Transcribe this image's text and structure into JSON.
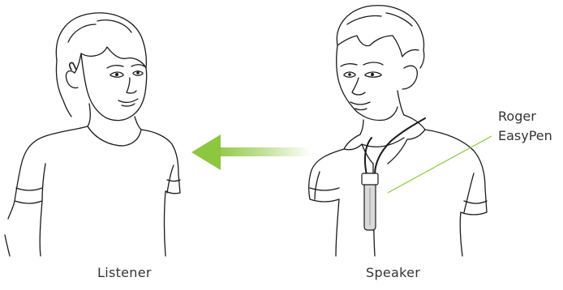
{
  "people": {
    "listener": {
      "label": "Listener"
    },
    "speaker": {
      "label": "Speaker"
    }
  },
  "device": {
    "label_line1": "Roger",
    "label_line2": "EasyPen"
  },
  "colors": {
    "arrow": "#8dc63f",
    "pointer_line": "#8dc63f",
    "outline": "#1a1a1a",
    "device_body": "#d9d9d9"
  },
  "icons": {
    "transmission": "arrow-left-icon"
  }
}
